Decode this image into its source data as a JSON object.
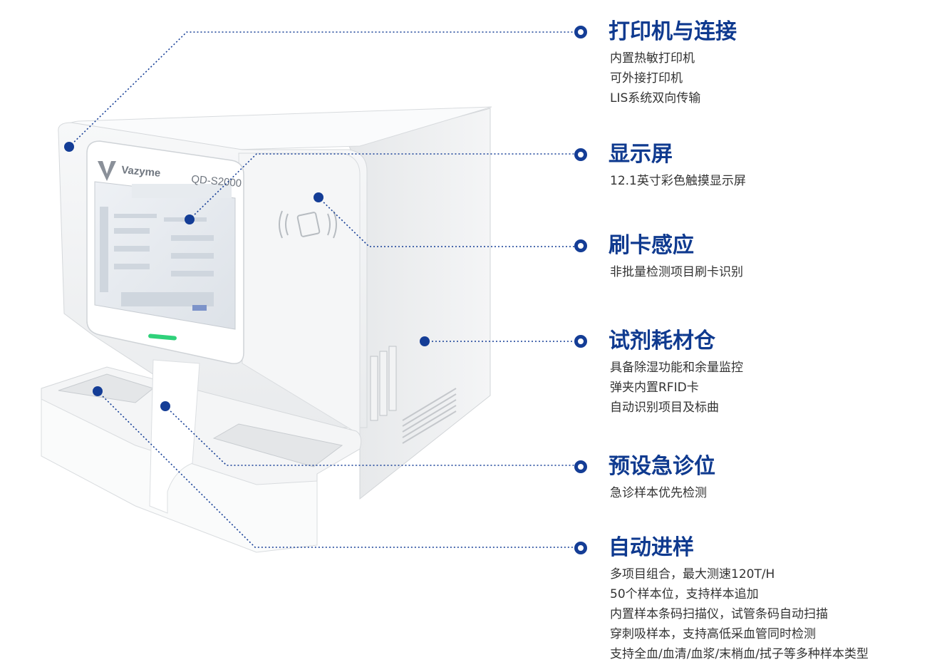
{
  "device": {
    "brand": "Vazyme",
    "model": "QD-S2000"
  },
  "features": [
    {
      "title": "打印机与连接",
      "lines": [
        "内置热敏打印机",
        "可外接打印机",
        "LIS系统双向传输"
      ]
    },
    {
      "title": "显示屏",
      "lines": [
        "12.1英寸彩色触摸显示屏"
      ]
    },
    {
      "title": "刷卡感应",
      "lines": [
        "非批量检测项目刷卡识别"
      ]
    },
    {
      "title": "试剂耗材仓",
      "lines": [
        "具备除湿功能和余量监控",
        "弹夹内置RFID卡",
        "自动识别项目及标曲"
      ]
    },
    {
      "title": "预设急诊位",
      "lines": [
        "急诊样本优先检测"
      ]
    },
    {
      "title": "自动进样",
      "lines": [
        "多项目组合，最大测速120T/H",
        "50个样本位，支持样本追加",
        "内置样本条码扫描仪，试管条码自动扫描",
        "穿刺吸样本，支持高低采血管同时检测",
        "支持全血/血清/血浆/末梢血/拭子等多种样本类型"
      ]
    }
  ],
  "colors": {
    "accent": "#143d96",
    "title": "#0f3a8f",
    "text": "#333333",
    "led": "#2fd17a"
  }
}
